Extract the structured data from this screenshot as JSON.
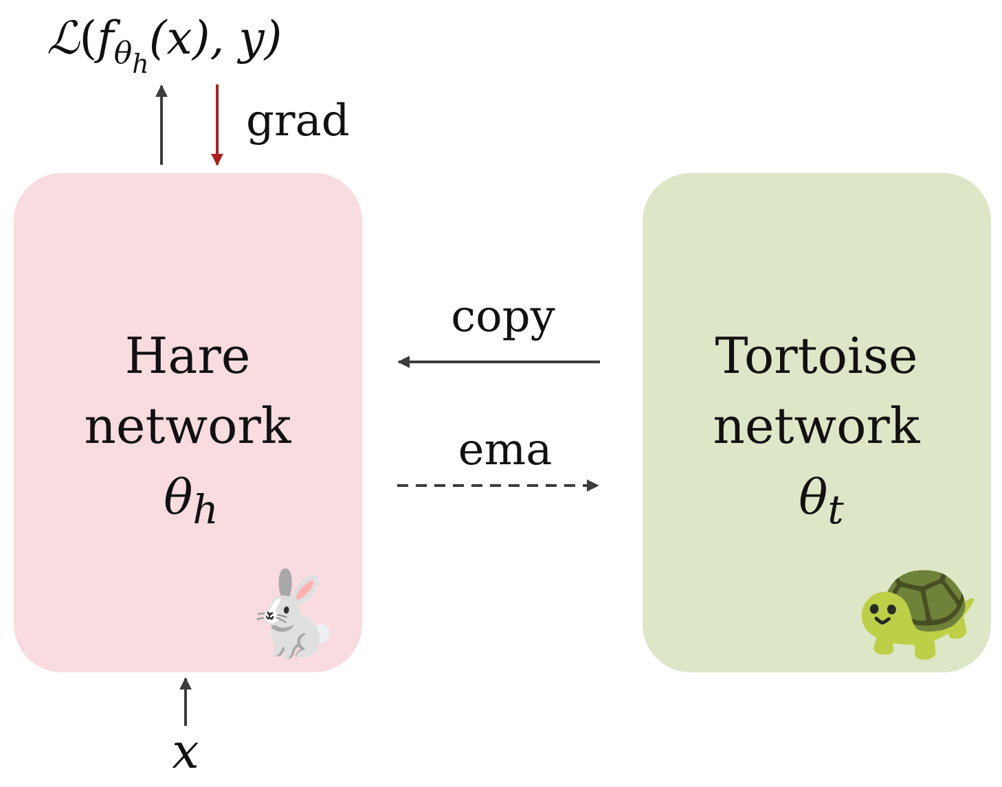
{
  "hare": {
    "line1": "Hare",
    "line2": "network",
    "param_symbol": "θ",
    "param_sub": "h",
    "fill": "#f8dcdf",
    "emoji": "🐇"
  },
  "tortoise": {
    "line1": "Tortoise",
    "line2": "network",
    "param_symbol": "θ",
    "param_sub": "t",
    "fill": "#dde6c6",
    "emoji": "🐢"
  },
  "edges": {
    "copy_label": "copy",
    "ema_label": "ema",
    "grad_label": "grad",
    "grad_color": "#aa2020",
    "arrow_color": "#3c3c3c"
  },
  "loss": {
    "script_l": "ℒ",
    "open": "(",
    "f": "f",
    "sub_theta": "θ",
    "sub_h": "h",
    "args": "(x), y)"
  },
  "input": {
    "symbol": "x"
  }
}
